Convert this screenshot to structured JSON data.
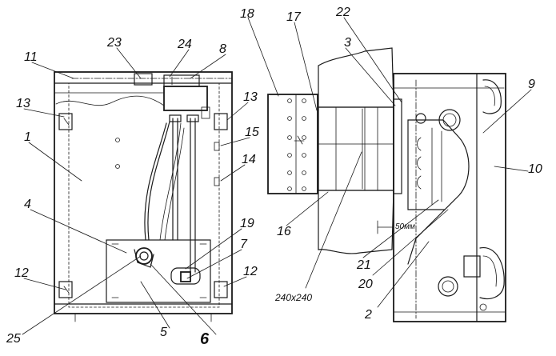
{
  "callouts": [
    "1",
    "2",
    "3",
    "4",
    "5",
    "6",
    "7",
    "8",
    "9",
    "10",
    "11",
    "12",
    "12",
    "13",
    "13",
    "14",
    "15",
    "16",
    "17",
    "18",
    "19",
    "20",
    "21",
    "22",
    "23",
    "24",
    "25"
  ],
  "dimensions": {
    "opening": "240x240",
    "gap": "50мм"
  }
}
